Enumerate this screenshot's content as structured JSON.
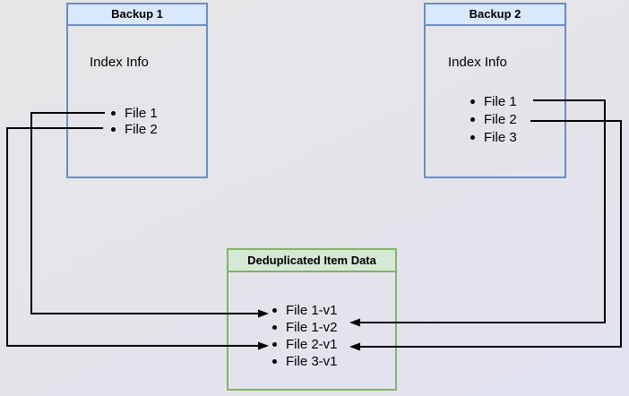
{
  "backup1": {
    "title": "Backup 1",
    "subtitle": "Index Info",
    "files": [
      "File 1",
      "File 2"
    ]
  },
  "backup2": {
    "title": "Backup 2",
    "subtitle": "Index Info",
    "files": [
      "File 1",
      "File 2",
      "File 3"
    ]
  },
  "dedup": {
    "title": "Deduplicated Item Data",
    "items": [
      "File 1-v1",
      "File 1-v2",
      "File 2-v1",
      "File 3-v1"
    ]
  },
  "connections": [
    {
      "from": "Backup 1 / File 1",
      "to": "File 1-v1"
    },
    {
      "from": "Backup 1 / File 2",
      "to": "File 2-v1"
    },
    {
      "from": "Backup 2 / File 1",
      "to": "File 1-v2"
    },
    {
      "from": "Backup 2 / File 2",
      "to": "File 2-v1"
    }
  ],
  "colors": {
    "blue_border": "#6c8ebf",
    "blue_header_fill": "#dae8fc",
    "green_border": "#82b366",
    "green_header_fill": "#d5e8d4",
    "arrow": "#000000",
    "background": "#e4e3ea",
    "text": "#000000"
  }
}
